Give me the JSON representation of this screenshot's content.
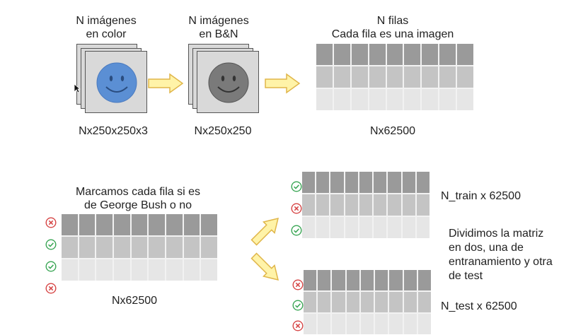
{
  "top": {
    "color_label_lines": [
      "N imágenes",
      "en color"
    ],
    "bw_label_lines": [
      "N imágenes",
      "en B&N"
    ],
    "rows_label_lines": [
      "N filas",
      "Cada fila es una imagen"
    ],
    "color_dims": "Nx250x250x3",
    "bw_dims": "Nx250x250",
    "rows_dims": "Nx62500"
  },
  "bottom": {
    "mark_label_lines": [
      "Marcamos cada fila si es",
      "de George Bush o no"
    ],
    "mark_dims": "Nx62500",
    "mark_icons": [
      "cross",
      "check",
      "check",
      "cross"
    ],
    "train_icons": [
      "check",
      "cross",
      "check"
    ],
    "test_icons": [
      "cross",
      "check",
      "cross"
    ],
    "train_label": "N_train x 62500",
    "test_label": "N_test x 62500",
    "split_note_lines": [
      "Dividimos la matriz",
      "en dos, una de",
      "entranamiento  y otra",
      "de test"
    ]
  },
  "colors": {
    "face_color": "#5b8fd4",
    "face_gray": "#7a7a7a",
    "arrow_fill": "#fff3a8",
    "arrow_stroke": "#e0b64a",
    "check": "#3aa655",
    "cross": "#d64545"
  }
}
